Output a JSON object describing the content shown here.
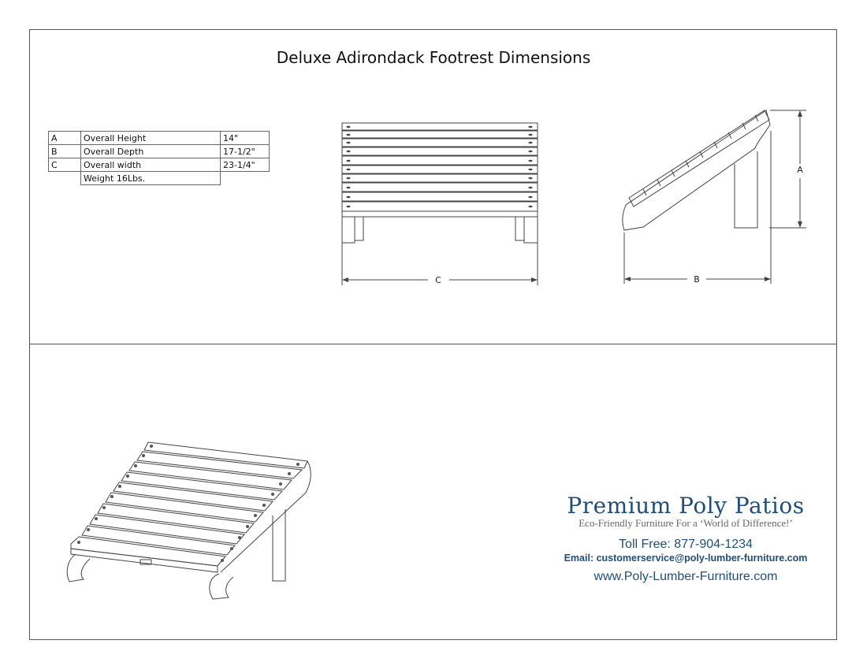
{
  "title": "Deluxe Adirondack Footrest Dimensions",
  "dimensions_table": {
    "rows": [
      {
        "key": "A",
        "name": "Overall Height",
        "value": "14\""
      },
      {
        "key": "B",
        "name": "Overall Depth",
        "value": "17-1/2\""
      },
      {
        "key": "C",
        "name": "Overall width",
        "value": "23-1/4\""
      }
    ],
    "weight": "Weight 16Lbs."
  },
  "front_view": {
    "dimension_label": "C"
  },
  "side_view": {
    "height_label": "A",
    "depth_label": "B"
  },
  "brand": {
    "name": "Premium Poly Patios",
    "tagline": "Eco-Friendly Furniture For a ‘World of Difference!’",
    "phone": "Toll Free: 877-904-1234",
    "email": "Email: customerservice@poly-lumber-furniture.com",
    "website": "www.Poly-Lumber-Furniture.com",
    "color": "#1f4e79"
  }
}
